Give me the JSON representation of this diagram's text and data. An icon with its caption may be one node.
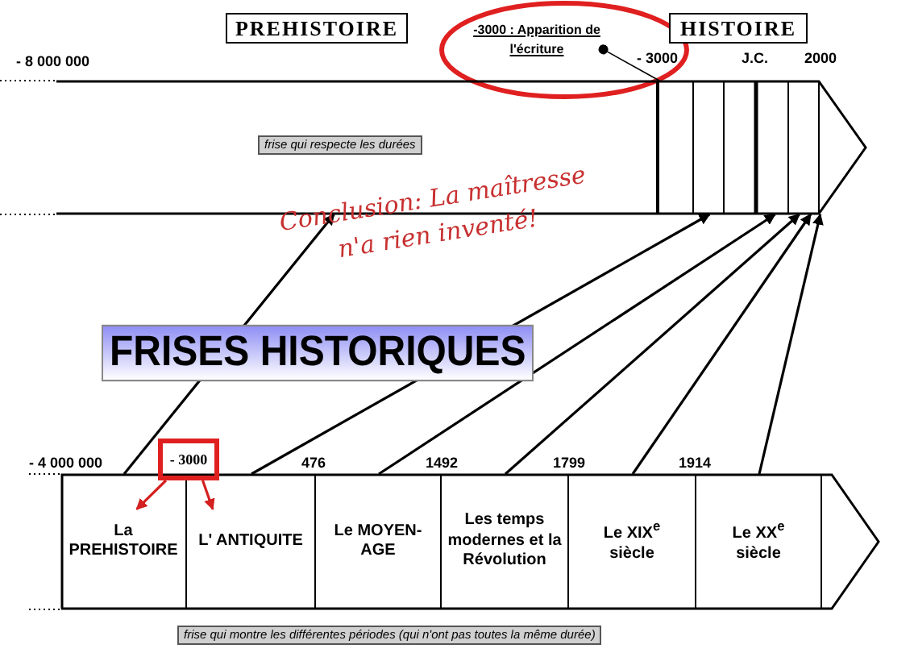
{
  "diagram": {
    "title": "FRISES HISTORIQUES",
    "nodes": [
      {
        "text": [
          "PREHISTOIRE"
        ]
      },
      {
        "text": [
          "HISTOIRE"
        ]
      },
      {
        "text": [
          "-3000 : Apparition de l'écriture"
        ]
      },
      {
        "text": [],
        "shape": "bar"
      },
      {
        "text": [
          "frise qui respecte les durées"
        ],
        "in": 3
      },
      {
        "text": [
          "- 3000"
        ]
      },
      {
        "text": [],
        "shape": "bar"
      },
      {
        "text": [
          "La PREHISTOIRE"
        ],
        "in": 6
      },
      {
        "text": [
          "L' ANTIQUITE"
        ],
        "in": 6
      },
      {
        "text": [
          "Le MOYEN-AGE"
        ],
        "in": 6
      },
      {
        "text": [
          "Les temps modernes et la Révolution"
        ],
        "in": 6
      },
      {
        "text": [
          "Le XIX$^{e}$ siècle"
        ],
        "in": 6
      },
      {
        "text": [
          "Le XX$^{e}$ siècle"
        ],
        "in": 6
      },
      {
        "text": [
          "frise qui montre les différentes périodes (qui n'ont pas toutes la même durée)"
        ]
      }
    ],
    "edges": [
      {
        "from": 2,
        "to": 3,
        "arrow": "other"
      },
      {
        "from": 5,
        "to": 7,
        "arrow": "to",
        "color": "#d42020"
      },
      {
        "from": 5,
        "to": 8,
        "arrow": "to",
        "color": "#d42020"
      },
      {
        "from": 7,
        "to": 3,
        "arrow": "to"
      },
      {
        "from": 8,
        "to": 3,
        "arrow": "to"
      },
      {
        "from": 9,
        "to": 3,
        "arrow": "to"
      },
      {
        "from": 10,
        "to": 3,
        "arrow": "to"
      },
      {
        "from": 11,
        "to": 3,
        "arrow": "to"
      },
      {
        "from": 12,
        "to": 3,
        "arrow": "to"
      }
    ],
    "labels": [
      "- 8 000 000",
      "- 3000",
      "J.C.",
      "2000",
      "Conclusion: La maîtresse n'a rien inventé!",
      "- 4 000 000",
      "476",
      "1492",
      "1799",
      "1914"
    ]
  }
}
